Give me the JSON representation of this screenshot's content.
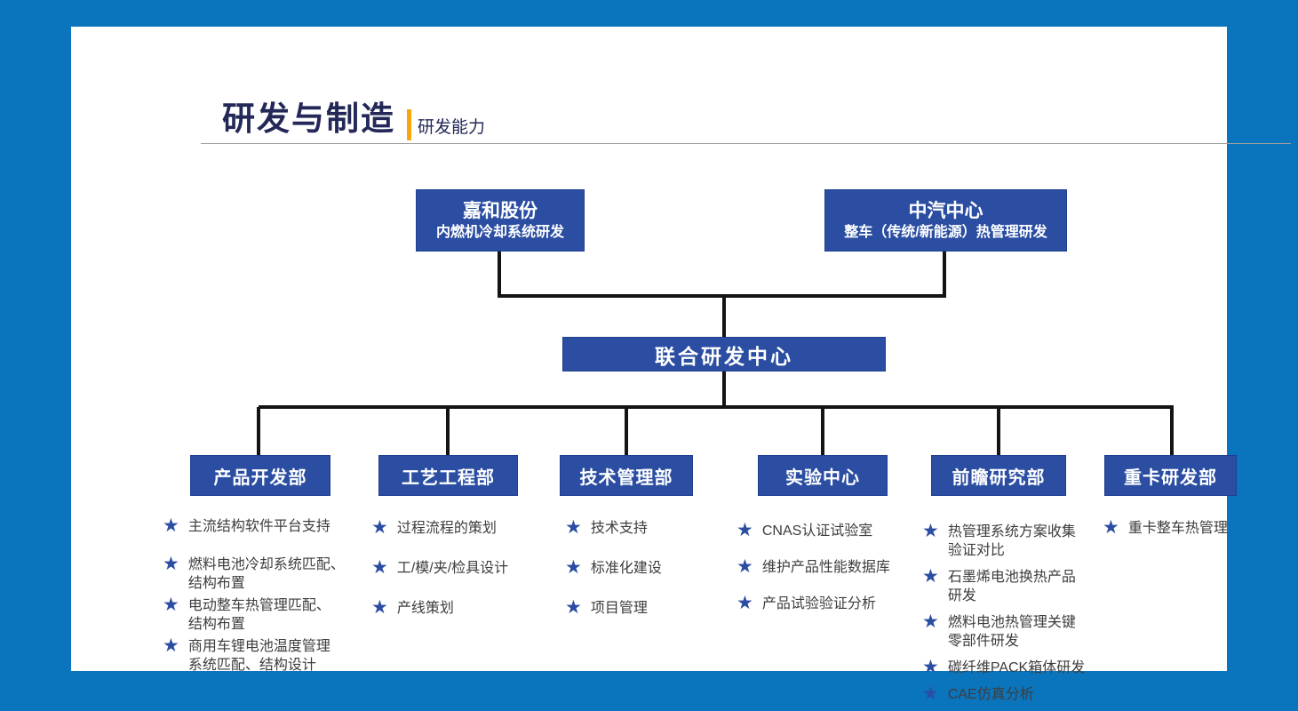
{
  "header": {
    "title": "研发与制造",
    "subtitle": "研发能力"
  },
  "org_chart": {
    "parents": [
      {
        "title": "嘉和股份",
        "subtitle": "内燃机冷却系统研发"
      },
      {
        "title": "中汽中心",
        "subtitle": "整车（传统/新能源）热管理研发"
      }
    ],
    "hub": {
      "title": "联合研发中心"
    },
    "departments": [
      {
        "name": "产品开发部",
        "items": [
          "主流结构软件平台支持",
          "燃料电池冷却系统匹配、\n结构布置",
          "电动整车热管理匹配、\n结构布置",
          "商用车锂电池温度管理\n系统匹配、结构设计"
        ]
      },
      {
        "name": "工艺工程部",
        "items": [
          "过程流程的策划",
          "工/模/夹/检具设计",
          "产线策划"
        ]
      },
      {
        "name": "技术管理部",
        "items": [
          "技术支持",
          "标准化建设",
          "项目管理"
        ]
      },
      {
        "name": "实验中心",
        "items": [
          "CNAS认证试验室",
          "维护产品性能数据库",
          "产品试验验证分析"
        ]
      },
      {
        "name": "前瞻研究部",
        "items": [
          "热管理系统方案收集\n验证对比",
          "石墨烯电池换热产品\n研发",
          "燃料电池热管理关键\n零部件研发",
          "碳纤维PACK箱体研发",
          "CAE仿真分析"
        ]
      },
      {
        "name": "重卡研发部",
        "items": [
          "重卡整车热管理"
        ]
      }
    ],
    "bullet_icon": "★"
  },
  "colors": {
    "frame_blue": "#0a74bc",
    "node_blue": "#2b4ea2",
    "title_navy": "#232858",
    "accent_orange": "#f6a60e",
    "connector_black": "#141414",
    "body_text": "#3d3d3d"
  }
}
